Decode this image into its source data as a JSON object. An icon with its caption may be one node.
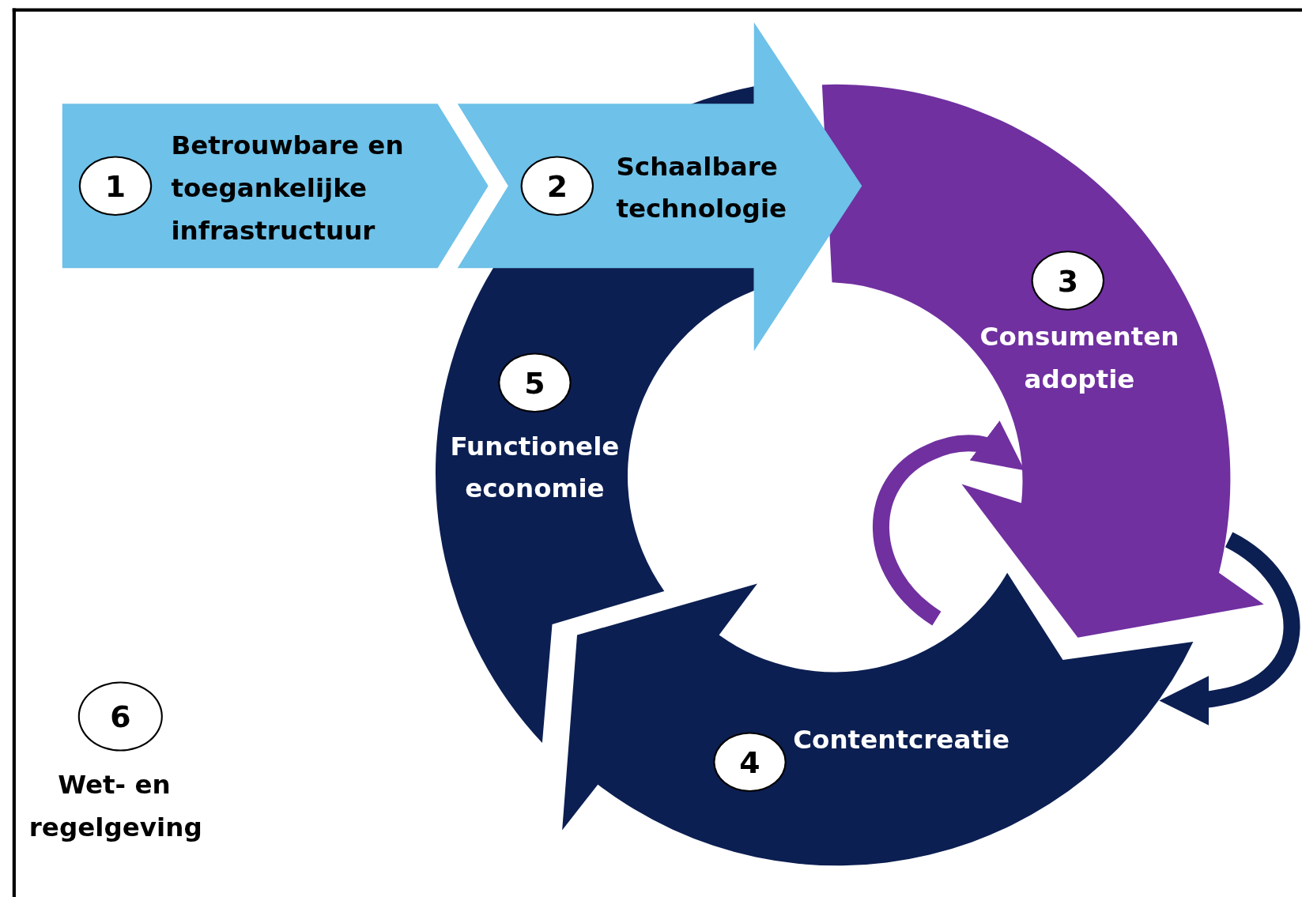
{
  "diagram": {
    "nodes": [
      {
        "text": [
          "1",
          "Betrouwbare en toegankelijke infrastructuur"
        ]
      },
      {
        "text": [
          "2",
          "Schaalbare technologie"
        ]
      },
      {
        "text": [
          "3",
          "Consumenten adoptie"
        ]
      },
      {
        "text": [
          "4",
          "Contentcreatie"
        ]
      },
      {
        "text": [
          "5",
          "Functionele economie"
        ]
      },
      {
        "text": [
          "6",
          "Wet- en regelgeving"
        ]
      }
    ],
    "edges": [
      {
        "from": 3,
        "to": 2,
        "arrow": "to",
        "color": "#7030a0"
      },
      {
        "from": 2,
        "to": 3,
        "arrow": "to",
        "color": "#0c1f52"
      }
    ]
  }
}
